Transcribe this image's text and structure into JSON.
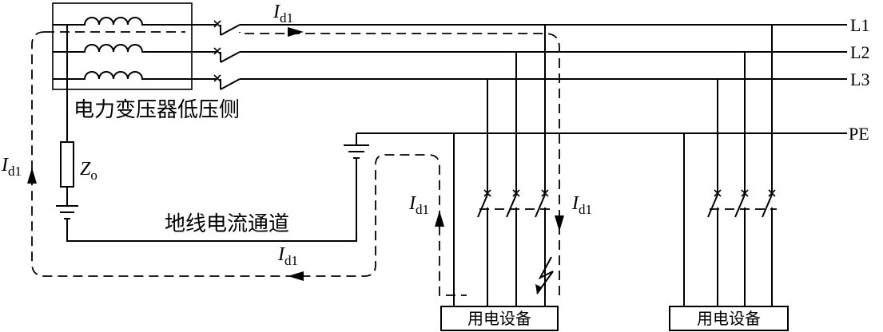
{
  "bus_labels": [
    "L1",
    "L2",
    "L3",
    "PE"
  ],
  "transformer_label": "电力变压器低压侧",
  "earth_path_label": "地线电流通道",
  "impedance": {
    "main": "Z",
    "sub": "o"
  },
  "fault_current": {
    "main": "I",
    "sub": "d1"
  },
  "equipment_label": "用电设备"
}
